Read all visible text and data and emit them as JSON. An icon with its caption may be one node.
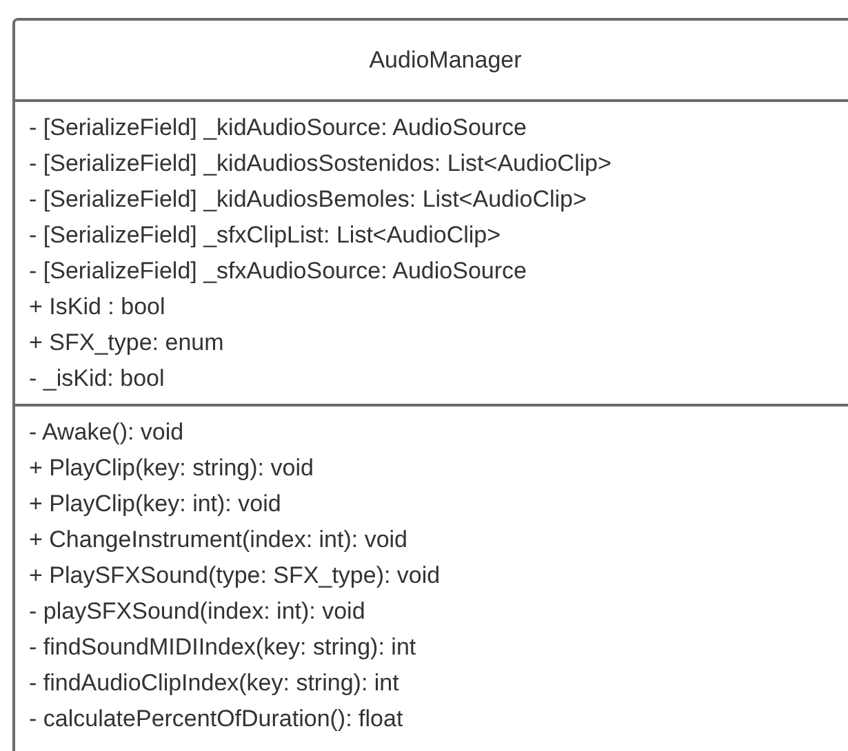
{
  "diagram": {
    "nodes": [
      {
        "text": [
          "AudioManager"
        ]
      },
      {
        "text": [
          "- [SerializeField] _kidAudioSource: AudioSource",
          "- [SerializeField] _kidAudiosSostenidos: List<AudioClip>",
          "- [SerializeField] _kidAudiosBemoles: List<AudioClip>",
          "- [SerializeField] _sfxClipList: List<AudioClip>",
          "- [SerializeField] _sfxAudioSource: AudioSource",
          "+ IsKid : bool",
          "+ SFX_type: enum",
          "- _isKid: bool"
        ],
        "in": 0
      },
      {
        "text": [
          "- Awake(): void",
          "+ PlayClip(key: string): void",
          "+ PlayClip(key: int): void",
          "+ ChangeInstrument(index: int): void",
          "+ PlaySFXSound(type: SFX_type): void",
          "- playSFXSound(index: int): void",
          "- findSoundMIDIIndex(key: string): int",
          "- findAudioClipIndex(key: string): int",
          "- calculatePercentOfDuration(): float"
        ],
        "in": 0
      }
    ]
  }
}
